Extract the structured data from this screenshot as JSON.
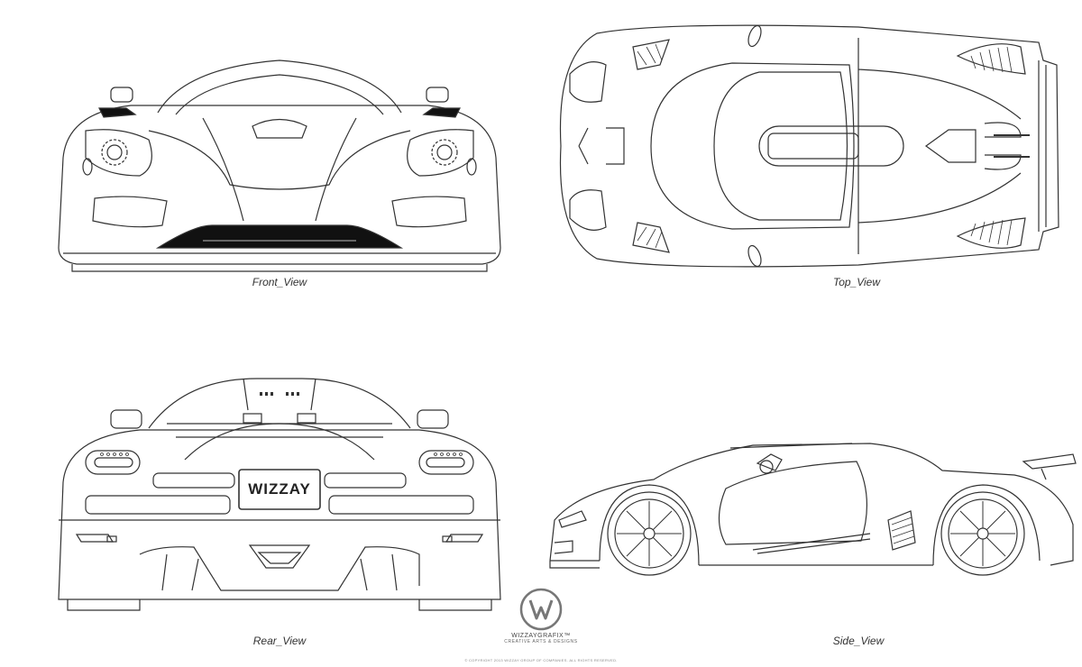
{
  "views": {
    "front": "Front_View",
    "top": "Top_View",
    "rear": "Rear_View",
    "side": "Side_View"
  },
  "plate_text": "WIZZAY",
  "logo": {
    "brand": "WIZZAYGRAFIX™",
    "tagline": "CREATIVE ARTS & DESIGNS",
    "copyright": "© COPYRIGHT 2013 WIZZAY GROUP OF COMPANIES. ALL RIGHTS RESERVED."
  },
  "colors": {
    "line": "#333333",
    "paper": "#ffffff",
    "grille": "#111111"
  }
}
